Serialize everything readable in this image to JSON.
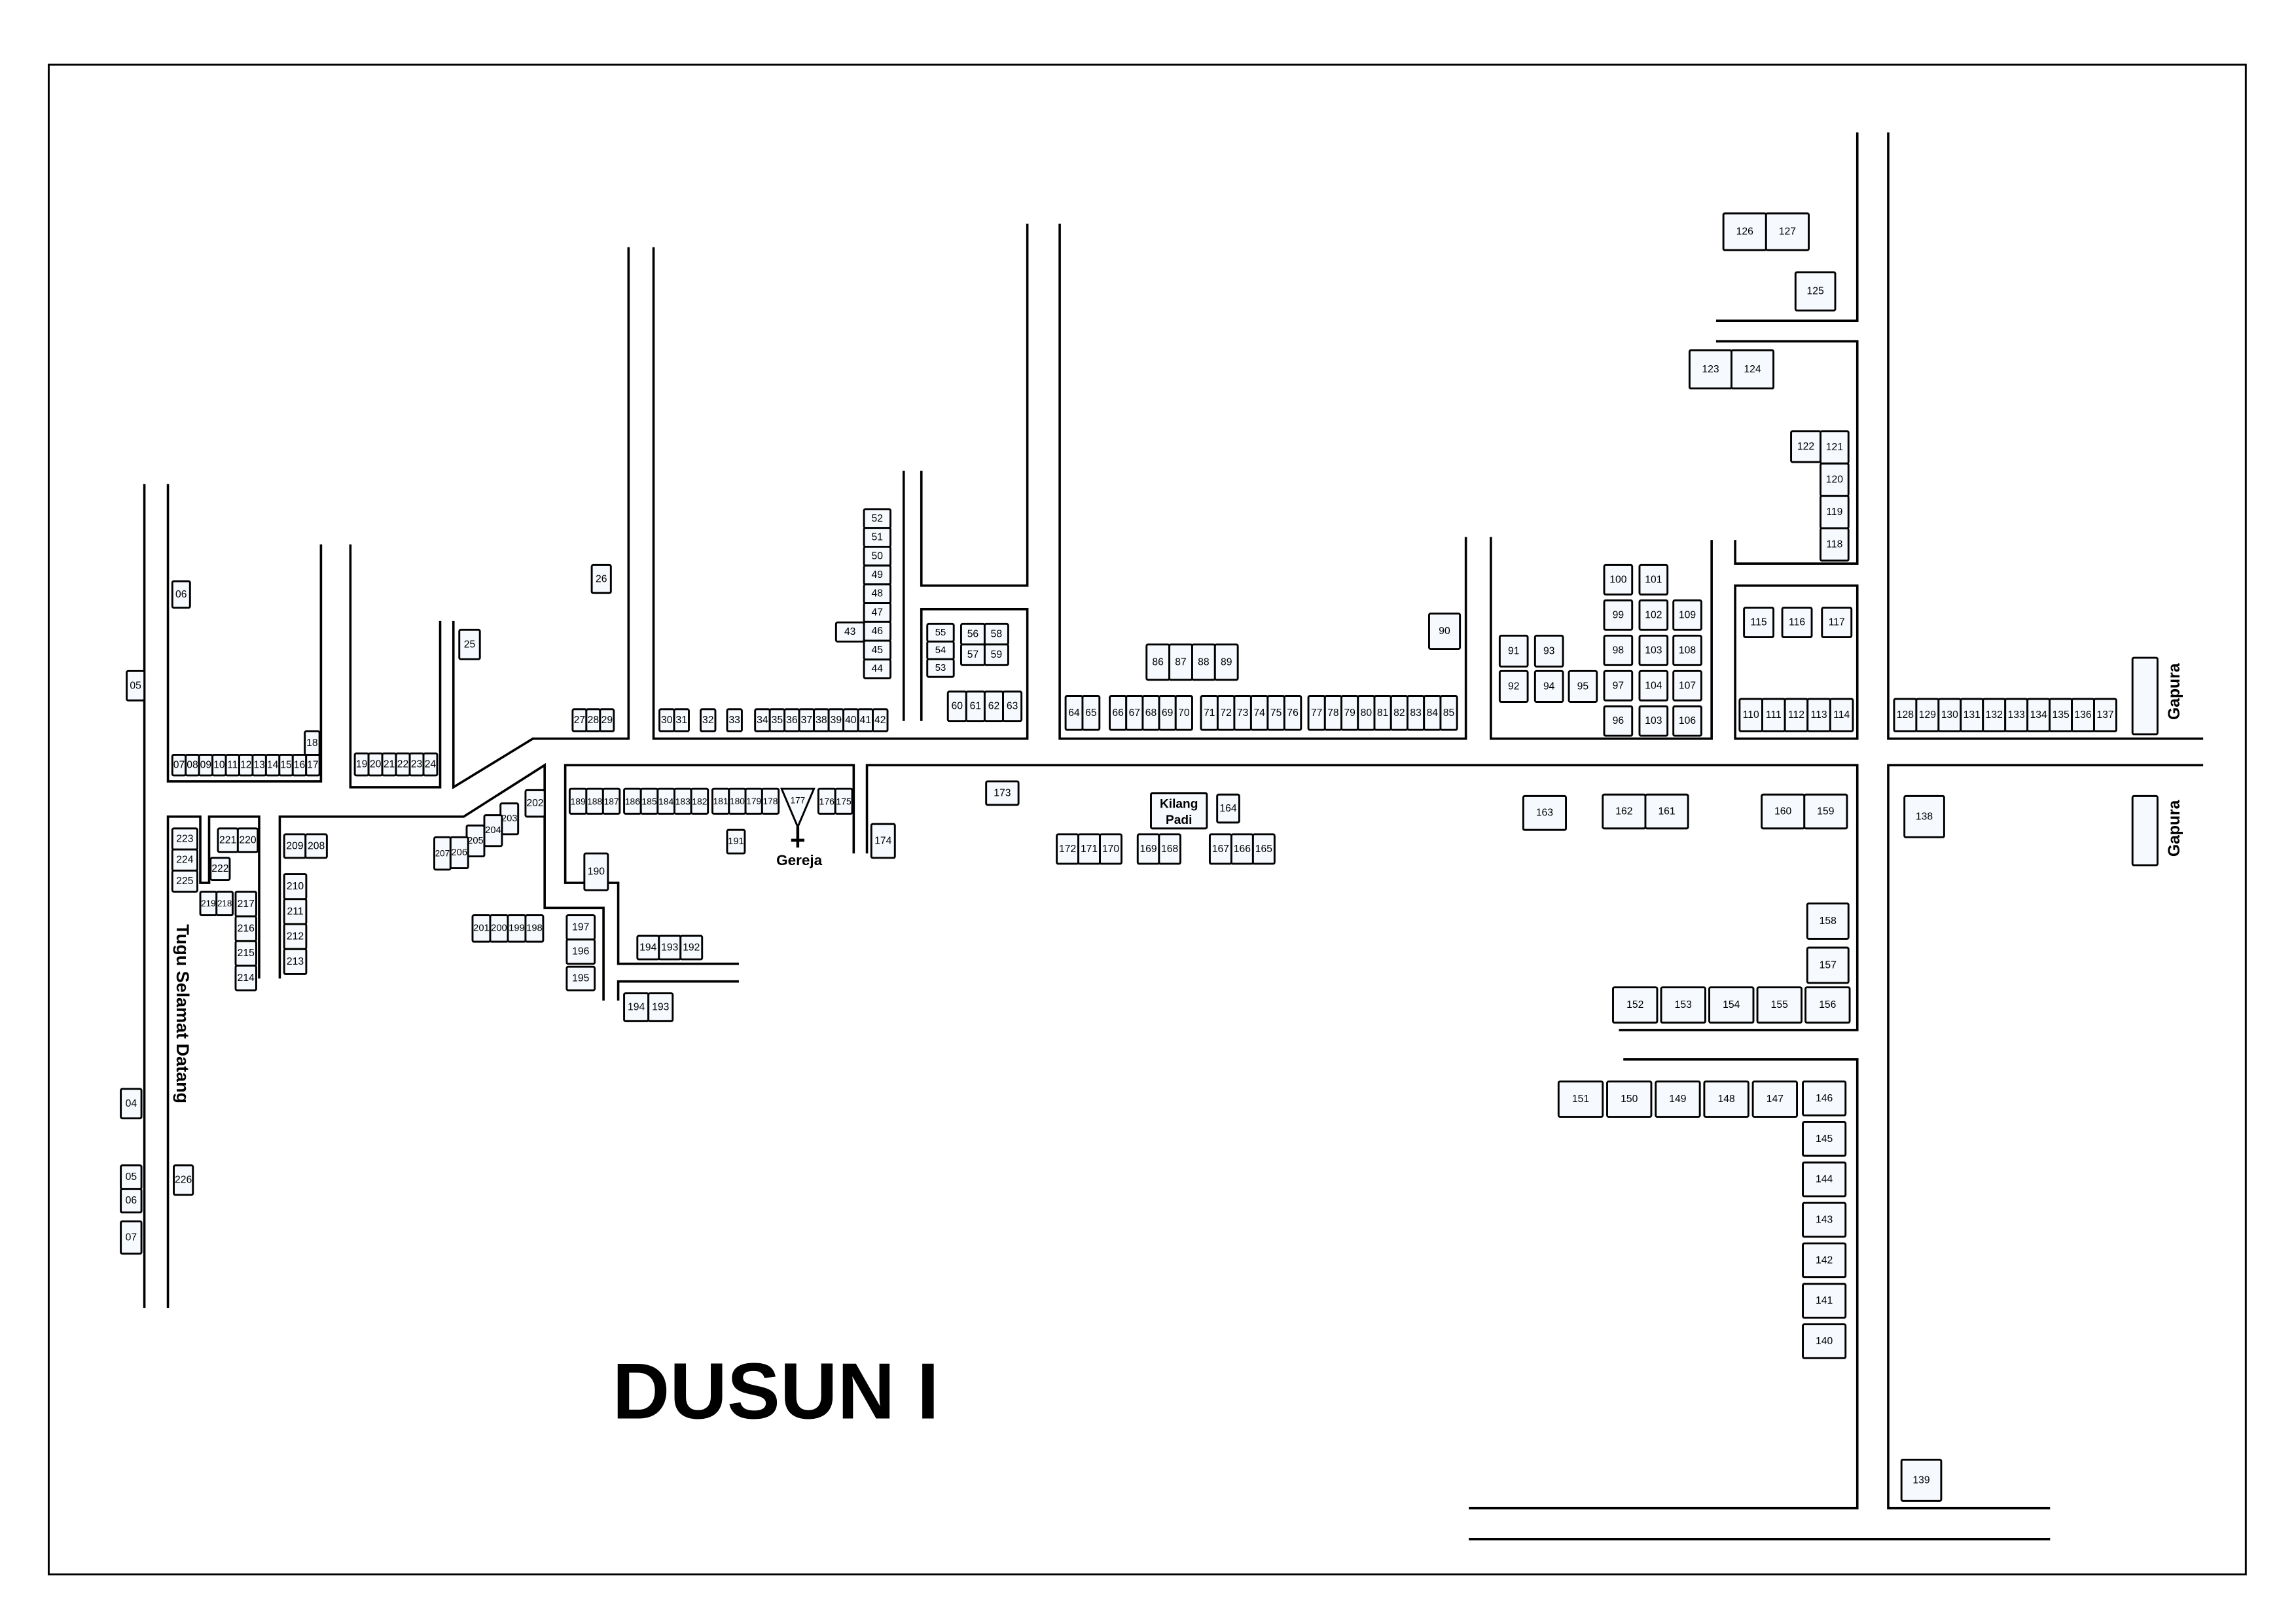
{
  "map_title": "DUSUN I",
  "landmarks": {
    "church": "Gereja",
    "rice_mill_line1": "Kilang",
    "rice_mill_line2": "Padi",
    "monument": "Tugu Selamat Datang",
    "gate_top": "Gapura",
    "gate_bottom": "Gapura"
  },
  "house_groups": [
    [
      "06"
    ],
    [
      "05"
    ],
    [
      "04"
    ],
    [
      "05",
      "06"
    ],
    [
      "07"
    ],
    [
      "07",
      "08",
      "09",
      "10",
      "11",
      "12",
      "13",
      "14",
      "15",
      "16",
      "17"
    ],
    [
      "18"
    ],
    [
      "19",
      "20",
      "21",
      "22",
      "23",
      "24"
    ],
    [
      "25"
    ],
    [
      "26"
    ],
    [
      "27",
      "28",
      "29"
    ],
    [
      "30",
      "31"
    ],
    [
      "32",
      "33"
    ],
    [
      "34",
      "35",
      "36",
      "37",
      "38",
      "39",
      "40",
      "41",
      "42"
    ],
    [
      "52",
      "51",
      "50",
      "49",
      "48",
      "47",
      "46",
      "45",
      "44"
    ],
    [
      "43"
    ],
    [
      "55",
      "54",
      "53"
    ],
    [
      "56",
      "58",
      "57",
      "59"
    ],
    [
      "60",
      "61",
      "62",
      "63"
    ],
    [
      "64",
      "65"
    ],
    [
      "66",
      "67",
      "68",
      "69",
      "70"
    ],
    [
      "71",
      "72",
      "73",
      "74",
      "75",
      "76"
    ],
    [
      "77",
      "78",
      "79",
      "80",
      "81",
      "82",
      "83",
      "84",
      "85"
    ],
    [
      "86",
      "87",
      "88",
      "89"
    ],
    [
      "90"
    ],
    [
      "91",
      "93",
      "92",
      "94",
      "95"
    ],
    [
      "100",
      "101",
      "99",
      "102",
      "109",
      "98",
      "103",
      "108",
      "97",
      "104",
      "107",
      "96",
      "103",
      "106"
    ],
    [
      "110",
      "111",
      "112",
      "113",
      "114"
    ],
    [
      "115",
      "116",
      "117"
    ],
    [
      "122"
    ],
    [
      "121",
      "120",
      "119",
      "118"
    ],
    [
      "123",
      "124"
    ],
    [
      "125"
    ],
    [
      "126",
      "127"
    ],
    [
      "128",
      "129",
      "130",
      "131",
      "132",
      "133",
      "134",
      "135",
      "136",
      "137"
    ],
    [
      "138",
      "139"
    ],
    [
      "146",
      "145",
      "144",
      "143",
      "142",
      "141",
      "140"
    ],
    [
      "151",
      "150",
      "149",
      "148",
      "147"
    ],
    [
      "152",
      "153",
      "154",
      "155",
      "156"
    ],
    [
      "158",
      "157"
    ],
    [
      "160",
      "159"
    ],
    [
      "162",
      "161"
    ],
    [
      "163"
    ],
    [
      "164"
    ],
    [
      "167",
      "166",
      "165"
    ],
    [
      "169",
      "168"
    ],
    [
      "172",
      "171",
      "170"
    ],
    [
      "173"
    ],
    [
      "174"
    ],
    [
      "176",
      "175"
    ],
    [
      "181",
      "180",
      "179",
      "178"
    ],
    [
      "186",
      "185",
      "184",
      "183",
      "182"
    ],
    [
      "189",
      "188",
      "187"
    ],
    [
      "190"
    ],
    [
      "191"
    ],
    [
      "194",
      "193",
      "192"
    ],
    [
      "194",
      "193"
    ],
    [
      "197",
      "196"
    ],
    [
      "195"
    ],
    [
      "201",
      "200",
      "199",
      "198"
    ],
    [
      "202"
    ],
    [
      "203",
      "204",
      "205",
      "206"
    ],
    [
      "207"
    ],
    [
      "209",
      "208"
    ],
    [
      "210",
      "211",
      "212",
      "213"
    ],
    [
      "217",
      "216",
      "215",
      "214"
    ],
    [
      "219",
      "218"
    ],
    [
      "221",
      "220"
    ],
    [
      "222"
    ],
    [
      "223",
      "224",
      "225"
    ],
    [
      "226"
    ]
  ]
}
